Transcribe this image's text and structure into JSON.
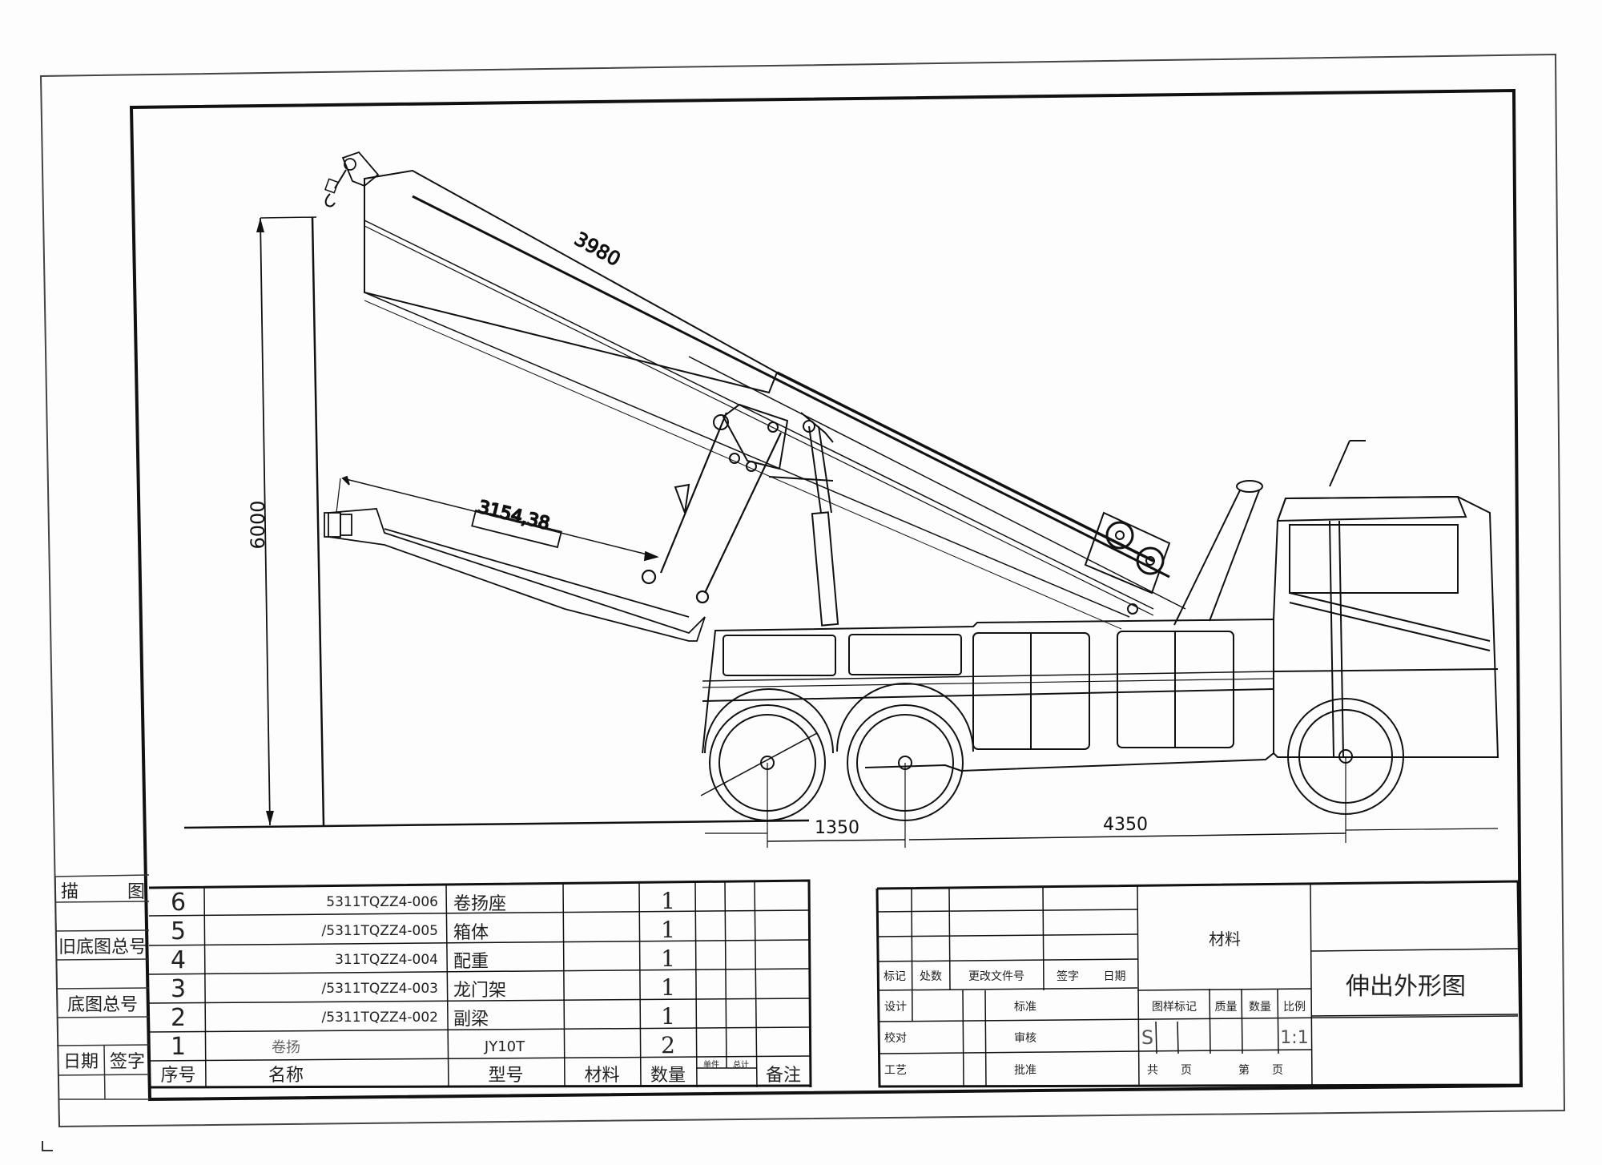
{
  "drawing": {
    "title": "伸出外形图",
    "dimensions": {
      "boom_length": "3980",
      "underlift_length": "3154,38",
      "max_height": "6000",
      "axle_spacing_rear": "1350",
      "wheelbase": "4350"
    }
  },
  "side_strip": {
    "labels": [
      "描",
      "图",
      "旧底图总号",
      "底图总号",
      "日期",
      "签字"
    ]
  },
  "parts_list": {
    "headers": {
      "seq": "序号",
      "name": "名称",
      "model": "型号",
      "material": "材料",
      "qty": "数量",
      "unit_weight": "单件",
      "total_weight": "总计",
      "remark": "备注"
    },
    "rows": [
      {
        "seq": "6",
        "code": "5311TQZZ4-006",
        "name": "卷扬座",
        "model": "",
        "material": "",
        "qty": "1"
      },
      {
        "seq": "5",
        "code": "/5311TQZZ4-005",
        "name": "箱体",
        "model": "",
        "material": "",
        "qty": "1"
      },
      {
        "seq": "4",
        "code": "311TQZZ4-004",
        "name": "配重",
        "model": "",
        "material": "",
        "qty": "1"
      },
      {
        "seq": "3",
        "code": "/5311TQZZ4-003",
        "name": "龙门架",
        "model": "",
        "material": "",
        "qty": "1"
      },
      {
        "seq": "2",
        "code": "/5311TQZZ4-002",
        "name": "副梁",
        "model": "",
        "material": "",
        "qty": "1"
      },
      {
        "seq": "1",
        "code": "卷扬",
        "name": "JY10T",
        "model": "",
        "material": "",
        "qty": "2"
      }
    ]
  },
  "title_block": {
    "revision_headers": [
      "标记",
      "处数",
      "更改文件号",
      "签字",
      "日期"
    ],
    "approval_labels": {
      "design": "设计",
      "check": "校对",
      "process": "工艺",
      "standard": "标准",
      "review": "审核",
      "approve": "批准"
    },
    "material_label": "材料",
    "attr_headers": [
      "图样标记",
      "质量",
      "数量",
      "比例"
    ],
    "stage_mark": "S",
    "scale": "1:1",
    "sheet_total": "共　　页",
    "sheet_num": "第　　页",
    "drawing_name": "伸出外形图"
  }
}
